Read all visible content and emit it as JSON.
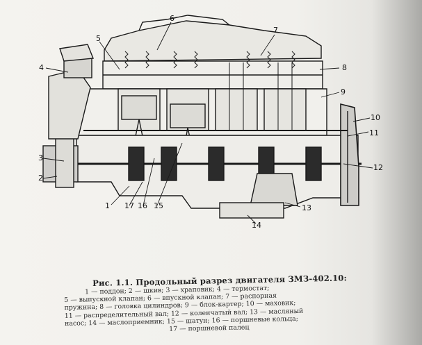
{
  "figure": {
    "callouts": [
      "1",
      "2",
      "3",
      "4",
      "5",
      "6",
      "7",
      "8",
      "9",
      "10",
      "11",
      "12",
      "13",
      "14",
      "15",
      "16",
      "17"
    ]
  },
  "caption": {
    "title": "Рис. 1.1. Продольный разрез двигателя ЗМЗ-402.10:",
    "lines": [
      "1 — поддон; 2 — шкив; 3 — храповик; 4 — термостат;",
      "5 — выпускной клапан; 6 — впускной клапан; 7 — распорная",
      "пружина; 8 — головка цилиндров; 9 — блок-картер; 10 — маховик;",
      "11 — распределительный вал; 12 — коленчатый вал; 13 — масляный",
      "насос; 14 — маслоприемник; 15 — шатун; 16 — поршневые кольца;",
      "17 — поршневой палец"
    ]
  },
  "colors": {
    "ink": "#1a1a1a",
    "paper": "#f2f1ed"
  }
}
